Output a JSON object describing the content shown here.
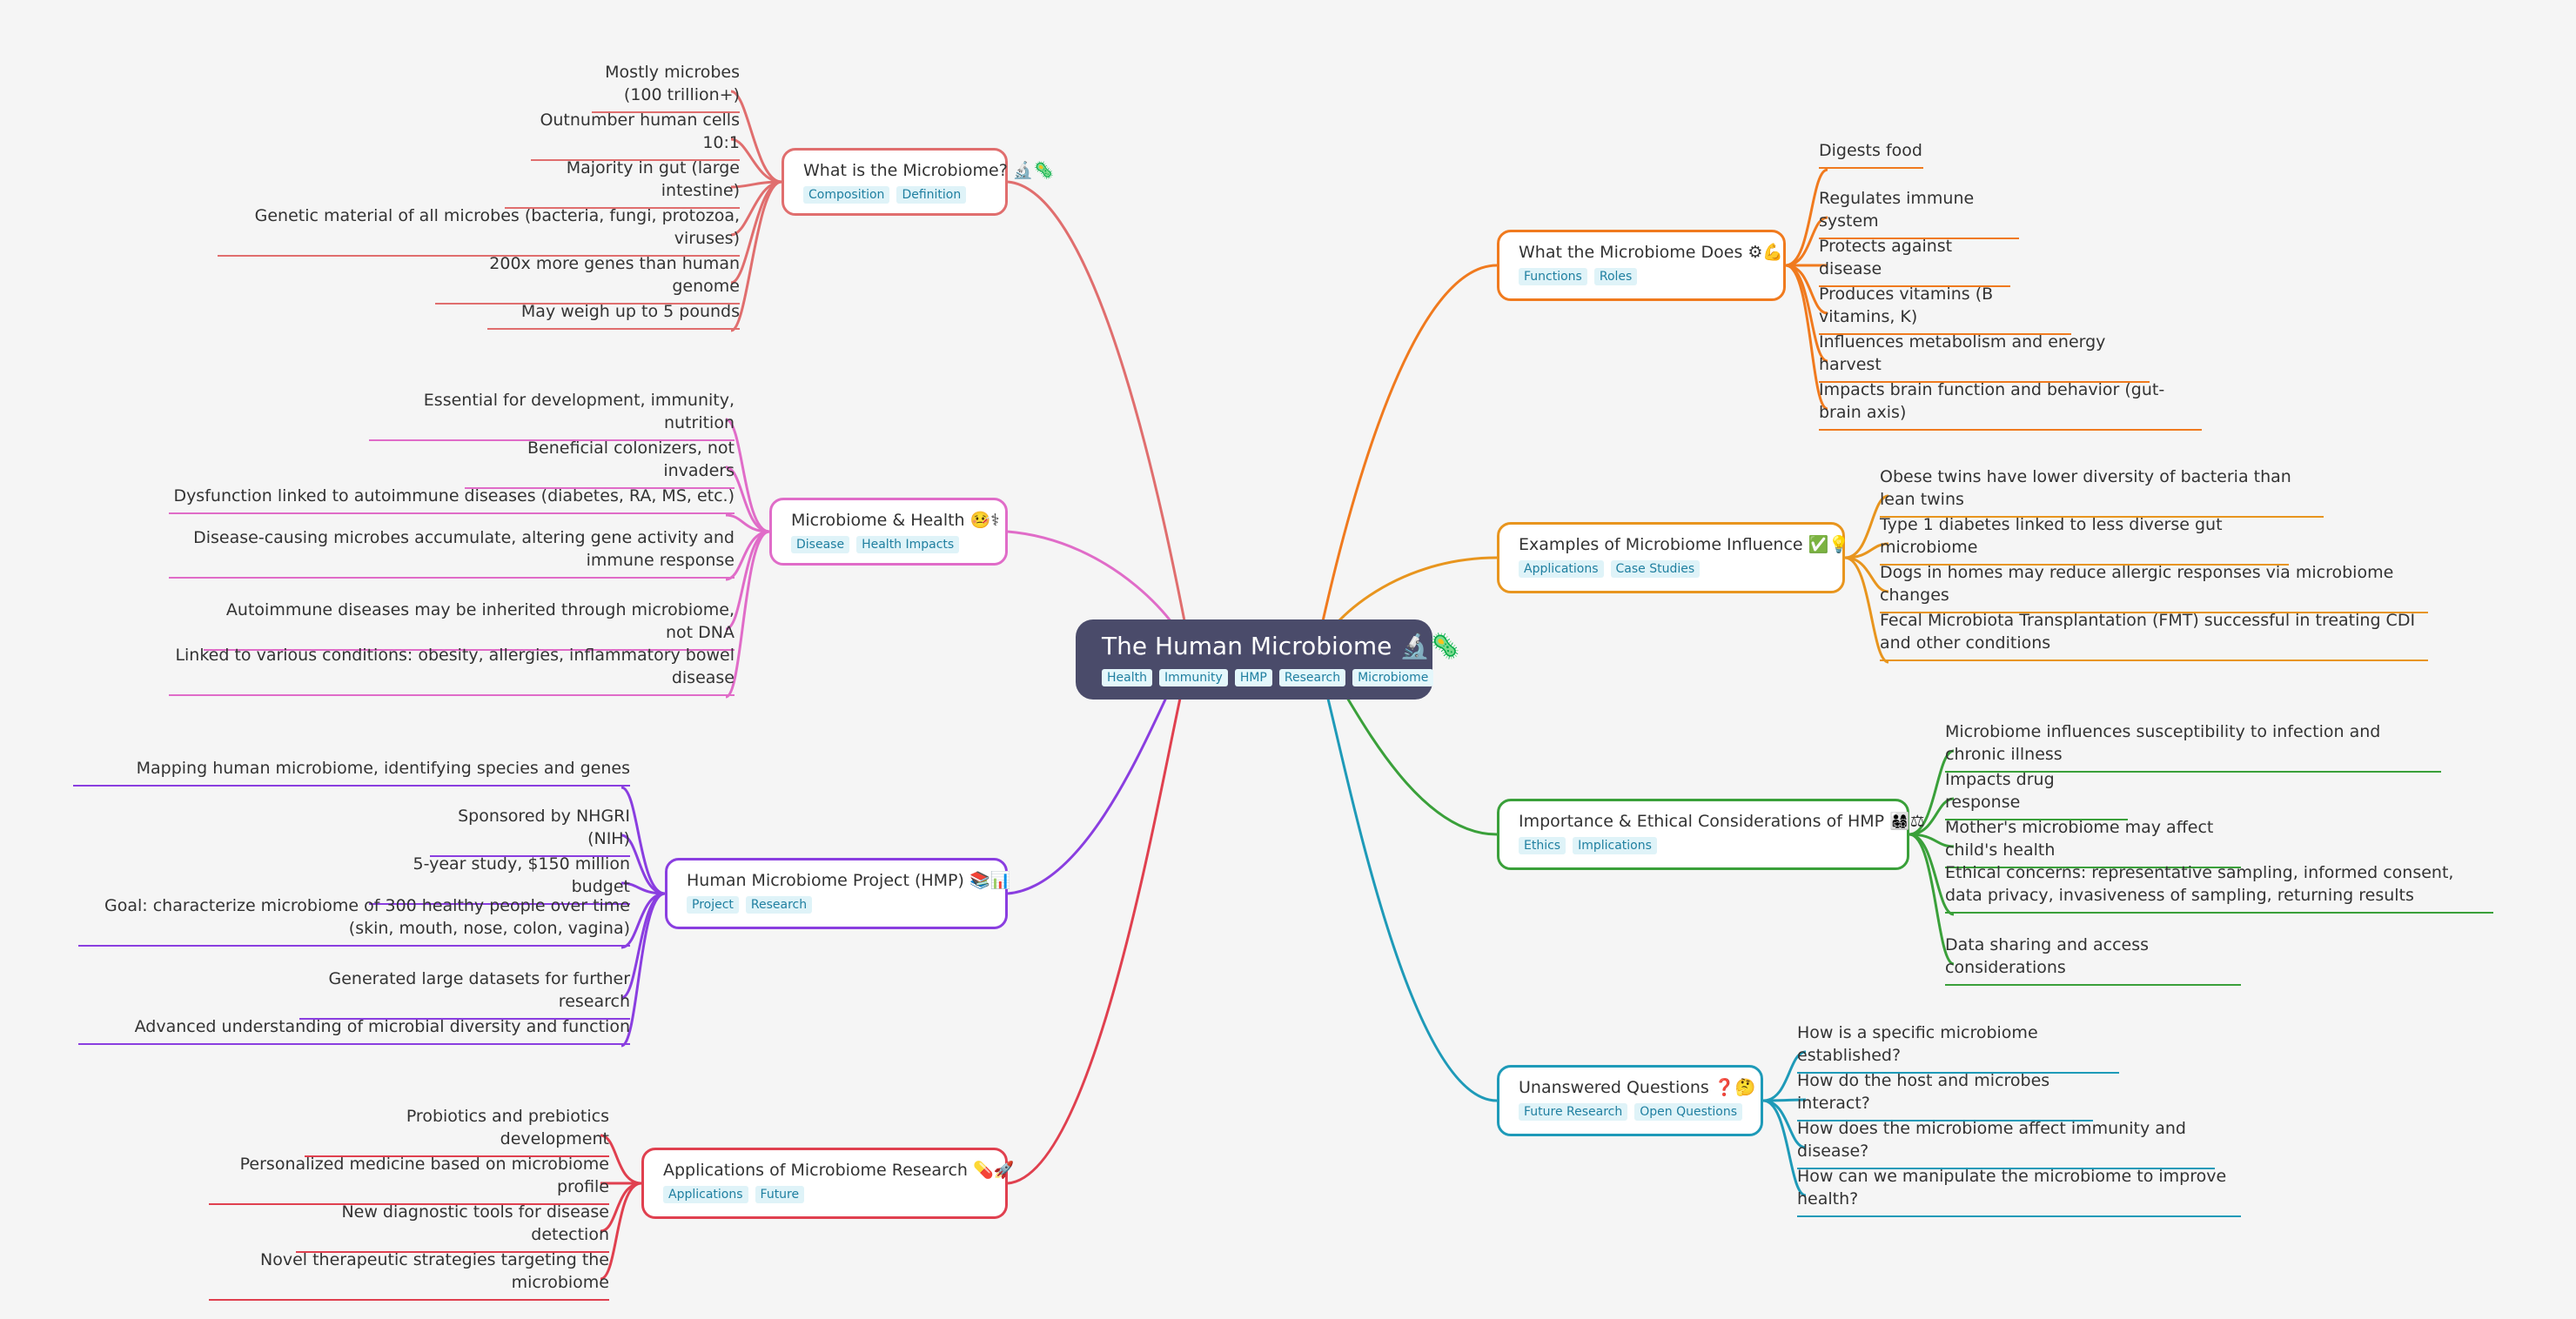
{
  "root": {
    "title": "The Human Microbiome 🔬🦠",
    "tags": [
      "Health",
      "Immunity",
      "HMP",
      "Research",
      "Microbiome"
    ]
  },
  "branches": [
    {
      "id": "what-is",
      "title": "What is the Microbiome? 🔬🦠",
      "tags": [
        "Composition",
        "Definition"
      ],
      "color": "#e06e6e",
      "side": "left",
      "children": [
        "Mostly microbes (100 trillion+)",
        "Outnumber human cells 10:1",
        "Majority in gut (large intestine)",
        "Genetic material of all microbes (bacteria, fungi, protozoa, viruses)",
        "200x more genes than human genome",
        "May weigh up to 5 pounds"
      ]
    },
    {
      "id": "health",
      "title": "Microbiome & Health 🤒⚕",
      "tags": [
        "Disease",
        "Health Impacts"
      ],
      "color": "#e06cc8",
      "side": "left",
      "children": [
        "Essential for development, immunity, nutrition",
        "Beneficial colonizers, not invaders",
        "Dysfunction linked to autoimmune diseases (diabetes, RA, MS, etc.)",
        "Disease-causing microbes accumulate, altering gene activity and immune response",
        "Autoimmune diseases may be inherited through microbiome, not DNA",
        "Linked to various conditions: obesity, allergies, inflammatory bowel disease"
      ]
    },
    {
      "id": "hmp",
      "title": "Human Microbiome Project (HMP) 📚📊",
      "tags": [
        "Project",
        "Research"
      ],
      "color": "#8a3ee0",
      "side": "left",
      "children": [
        "Mapping human microbiome, identifying species and genes",
        "Sponsored by NHGRI (NIH)",
        "5-year study, $150 million budget",
        "Goal: characterize microbiome of 300 healthy people over time (skin, mouth, nose, colon, vagina)",
        "Generated large datasets for further research",
        "Advanced understanding of microbial diversity and function"
      ]
    },
    {
      "id": "applications",
      "title": "Applications of Microbiome Research 💊🚀",
      "tags": [
        "Applications",
        "Future"
      ],
      "color": "#e0404f",
      "side": "left",
      "children": [
        "Probiotics and prebiotics development",
        "Personalized medicine based on microbiome profile",
        "New diagnostic tools for disease detection",
        "Novel therapeutic strategies targeting the microbiome"
      ]
    },
    {
      "id": "does",
      "title": "What the Microbiome Does ⚙💪",
      "tags": [
        "Functions",
        "Roles"
      ],
      "color": "#f07a1e",
      "side": "right",
      "children": [
        "Digests food",
        "Regulates immune system",
        "Protects against disease",
        "Produces vitamins (B vitamins, K)",
        "Influences metabolism and energy harvest",
        "Impacts brain function and behavior (gut-brain axis)"
      ]
    },
    {
      "id": "examples",
      "title": "Examples of Microbiome Influence ✅💡",
      "tags": [
        "Applications",
        "Case Studies"
      ],
      "color": "#e8951e",
      "side": "right",
      "children": [
        "Obese twins have lower diversity of bacteria than lean twins",
        "Type 1 diabetes linked to less diverse gut microbiome",
        "Dogs in homes may reduce allergic responses via microbiome changes",
        "Fecal Microbiota Transplantation (FMT) successful in treating CDI and other conditions"
      ]
    },
    {
      "id": "ethics",
      "title": "Importance & Ethical Considerations of HMP 👨‍👩‍👧‍👦⚖",
      "tags": [
        "Ethics",
        "Implications"
      ],
      "color": "#3aa03a",
      "side": "right",
      "children": [
        "Microbiome influences susceptibility to infection and chronic illness",
        "Impacts drug response",
        "Mother's microbiome may affect child's health",
        "Ethical concerns: representative sampling, informed consent, data privacy, invasiveness of sampling, returning results",
        "Data sharing and access considerations"
      ]
    },
    {
      "id": "questions",
      "title": "Unanswered Questions ❓🤔",
      "tags": [
        "Future Research",
        "Open Questions"
      ],
      "color": "#1e9ab8",
      "side": "right",
      "children": [
        "How is a specific microbiome established?",
        "How do the host and microbes interact?",
        "How does the microbiome affect immunity and disease?",
        "How can we manipulate the microbiome to improve health?"
      ]
    }
  ]
}
